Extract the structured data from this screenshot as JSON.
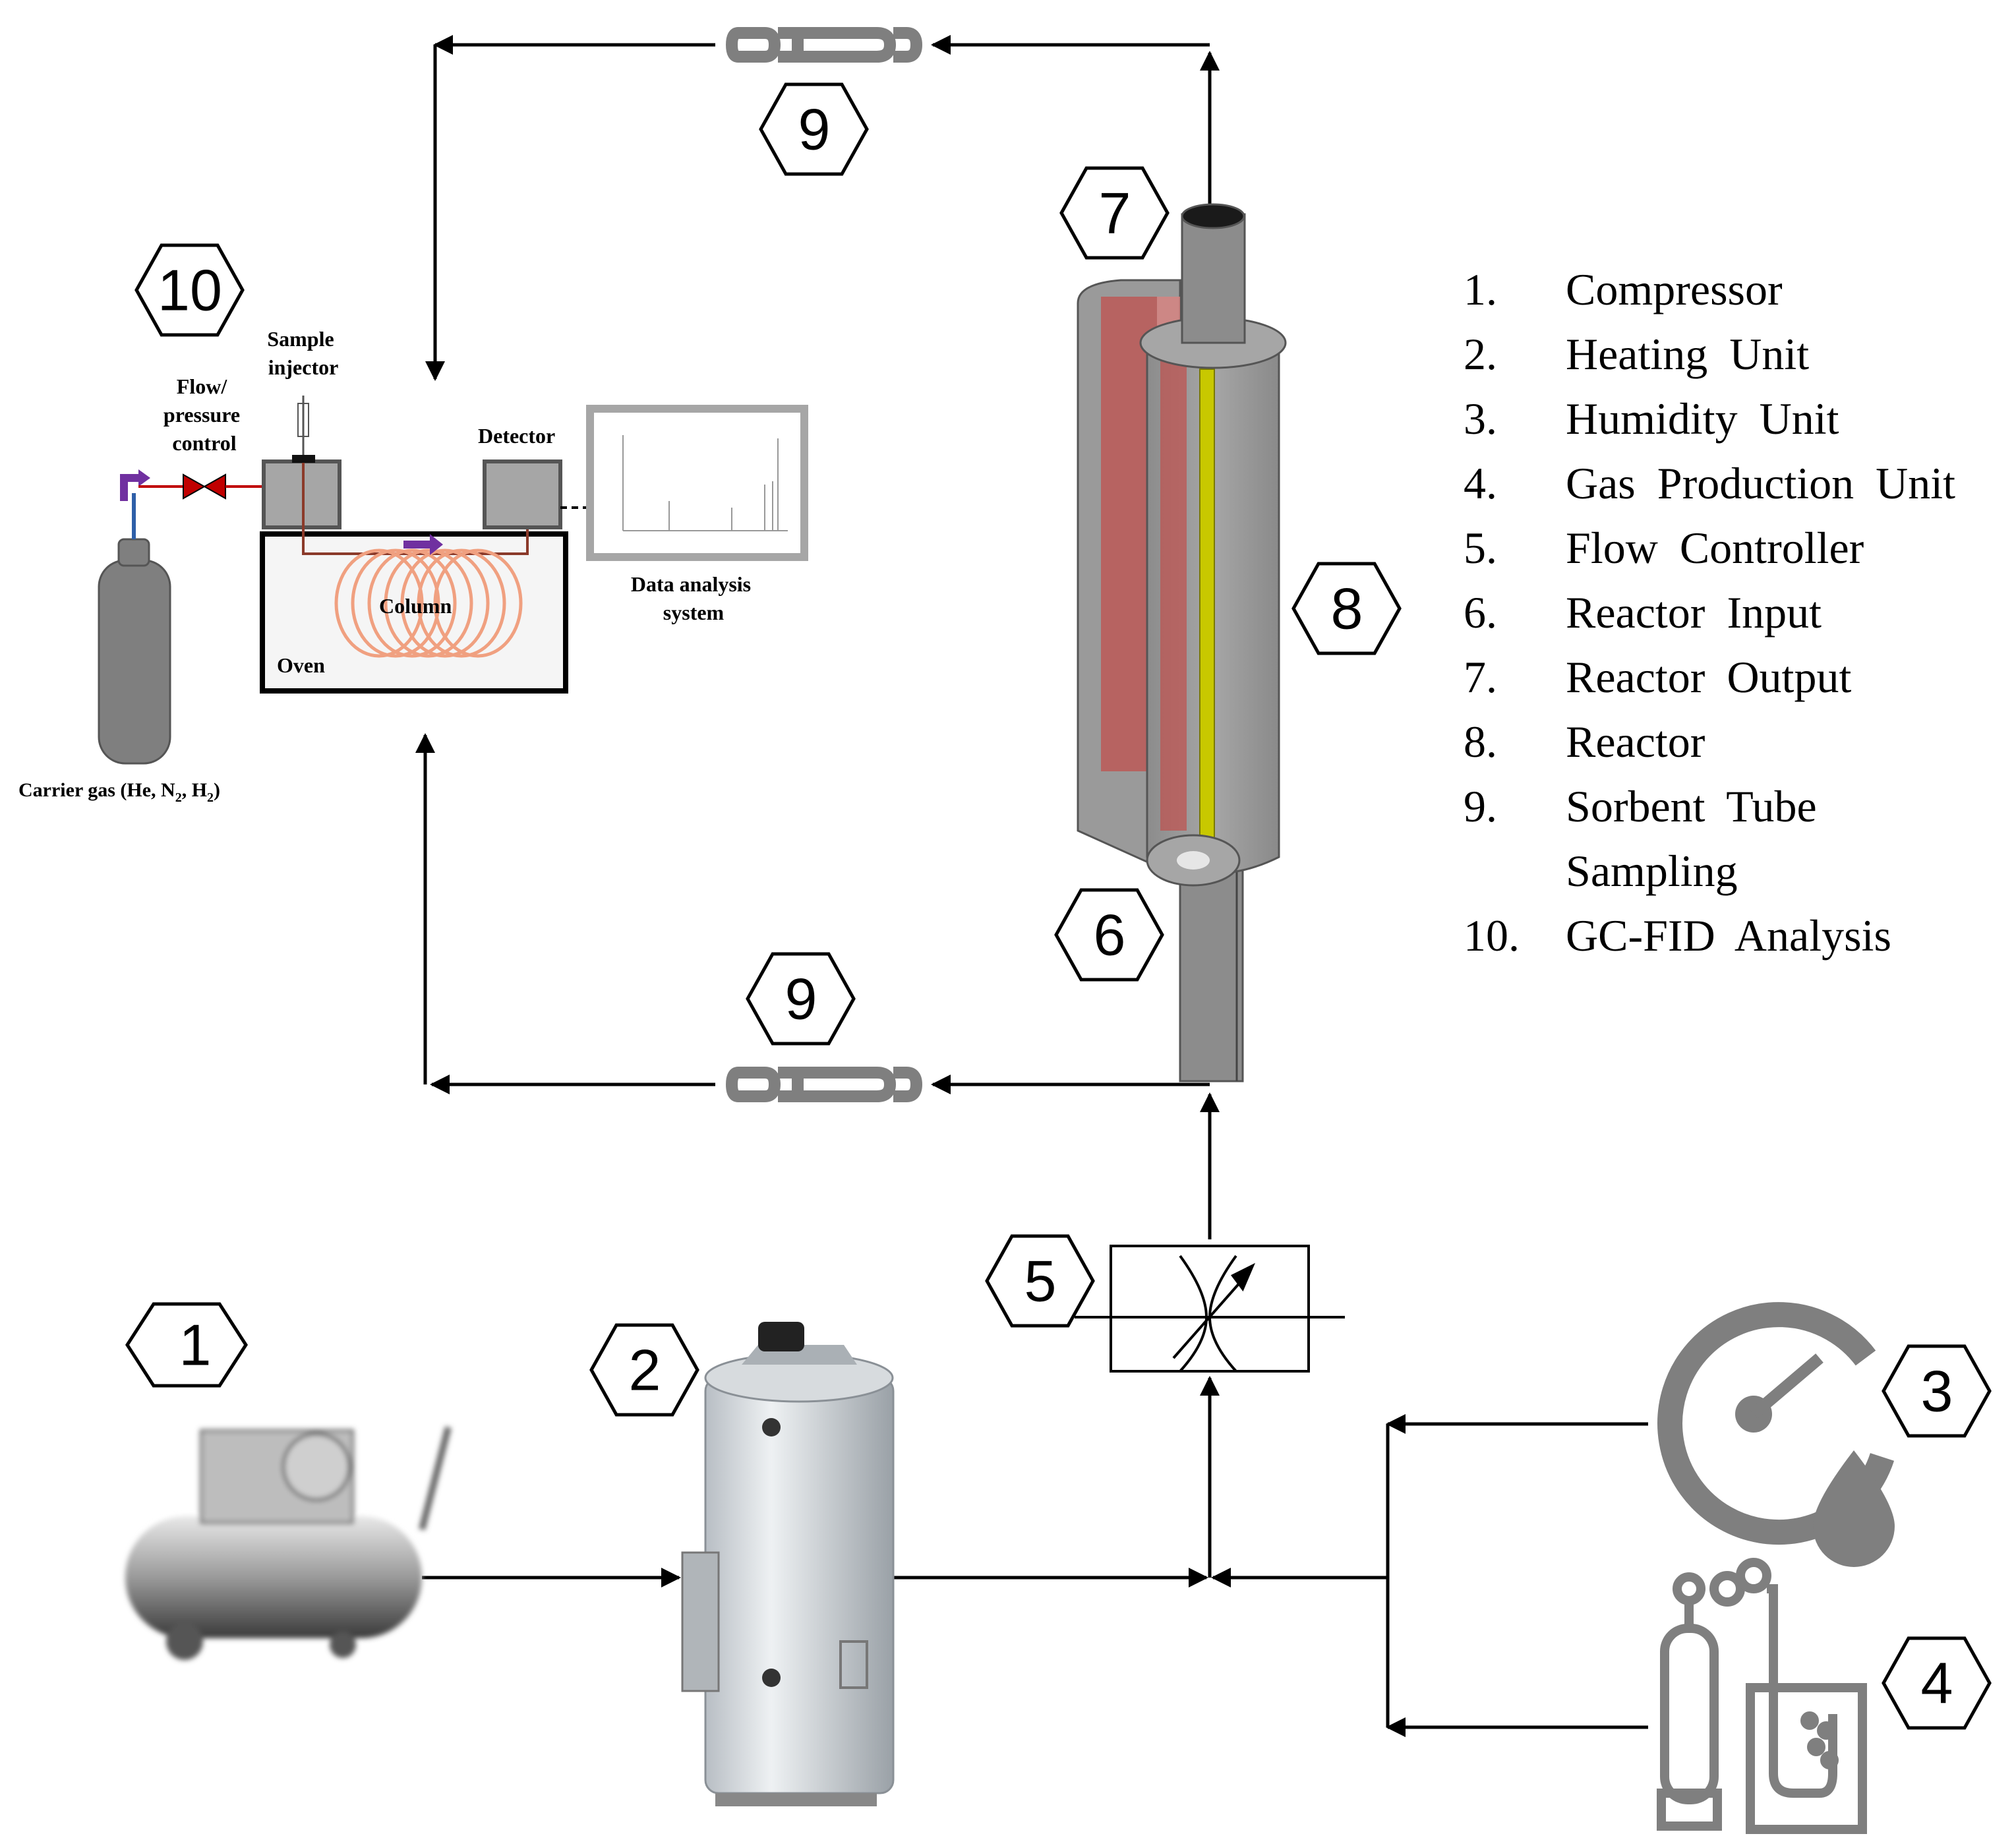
{
  "components": {
    "n1": "1",
    "n2": "2",
    "n3": "3",
    "n4": "4",
    "n5": "5",
    "n6": "6",
    "n7": "7",
    "n8": "8",
    "n9": "9",
    "n10": "10"
  },
  "gc": {
    "sample_injector": [
      "Sample",
      "injector"
    ],
    "flow_control": [
      "Flow/",
      "pressure",
      "control"
    ],
    "detector": "Detector",
    "column": "Column",
    "oven": "Oven",
    "data_analysis": [
      "Data analysis",
      "system"
    ],
    "carrier_gas_prefix": "Carrier gas (He, N",
    "carrier_gas_mid": ", H",
    "carrier_gas_suffix": ")",
    "subscript": "2"
  },
  "legend": [
    {
      "num": "1.",
      "text": "Compressor"
    },
    {
      "num": "2.",
      "text": "Heating Unit"
    },
    {
      "num": "3.",
      "text": "Humidity Unit"
    },
    {
      "num": "4.",
      "text": "Gas Production Unit"
    },
    {
      "num": "5.",
      "text": "Flow Controller"
    },
    {
      "num": "6.",
      "text": "Reactor Input"
    },
    {
      "num": "7.",
      "text": "Reactor Output"
    },
    {
      "num": "8.",
      "text": "Reactor"
    },
    {
      "num": "9.",
      "text": "Sorbent Tube"
    },
    {
      "num": "",
      "text": "Sampling"
    },
    {
      "num": "10.",
      "text": "GC-FID Analysis"
    }
  ],
  "colors": {
    "arrow": "#000000",
    "tube": "#7f7f7f",
    "reactor_heater": "#c0504d",
    "reactor_catalyst": "#c8c800",
    "column_coil": "#f0a080",
    "valve": "#c00000",
    "flow_arrow": "#7030a0"
  }
}
